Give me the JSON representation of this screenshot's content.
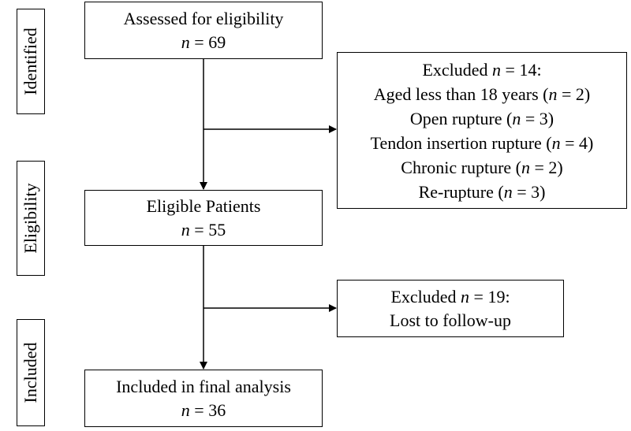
{
  "stages": {
    "identified": "Identified",
    "eligibility": "Eligibility",
    "included": "Included"
  },
  "assessed": {
    "title": "Assessed for eligibility",
    "n_label": "n",
    "n_value": " = 69"
  },
  "excluded1": {
    "head_text": "Excluded ",
    "head_n": "n",
    "head_value": " = 14:",
    "reasons": [
      {
        "text": "Aged less than 18 years (",
        "n": "n",
        "value": " = 2)"
      },
      {
        "text": "Open rupture (",
        "n": "n",
        "value": " = 3)"
      },
      {
        "text": "Tendon insertion rupture (",
        "n": "n",
        "value": " = 4)"
      },
      {
        "text": "Chronic rupture (",
        "n": "n",
        "value": " = 2)"
      },
      {
        "text": "Re-rupture (",
        "n": "n",
        "value": " = 3)"
      }
    ]
  },
  "eligible": {
    "title": "Eligible Patients",
    "n_label": "n",
    "n_value": " = 55"
  },
  "excluded2": {
    "head_text": "Excluded ",
    "head_n": "n",
    "head_value": " = 19:",
    "reason": "Lost to follow-up"
  },
  "included": {
    "title": "Included in final analysis",
    "n_label": "n",
    "n_value": " = 36"
  }
}
